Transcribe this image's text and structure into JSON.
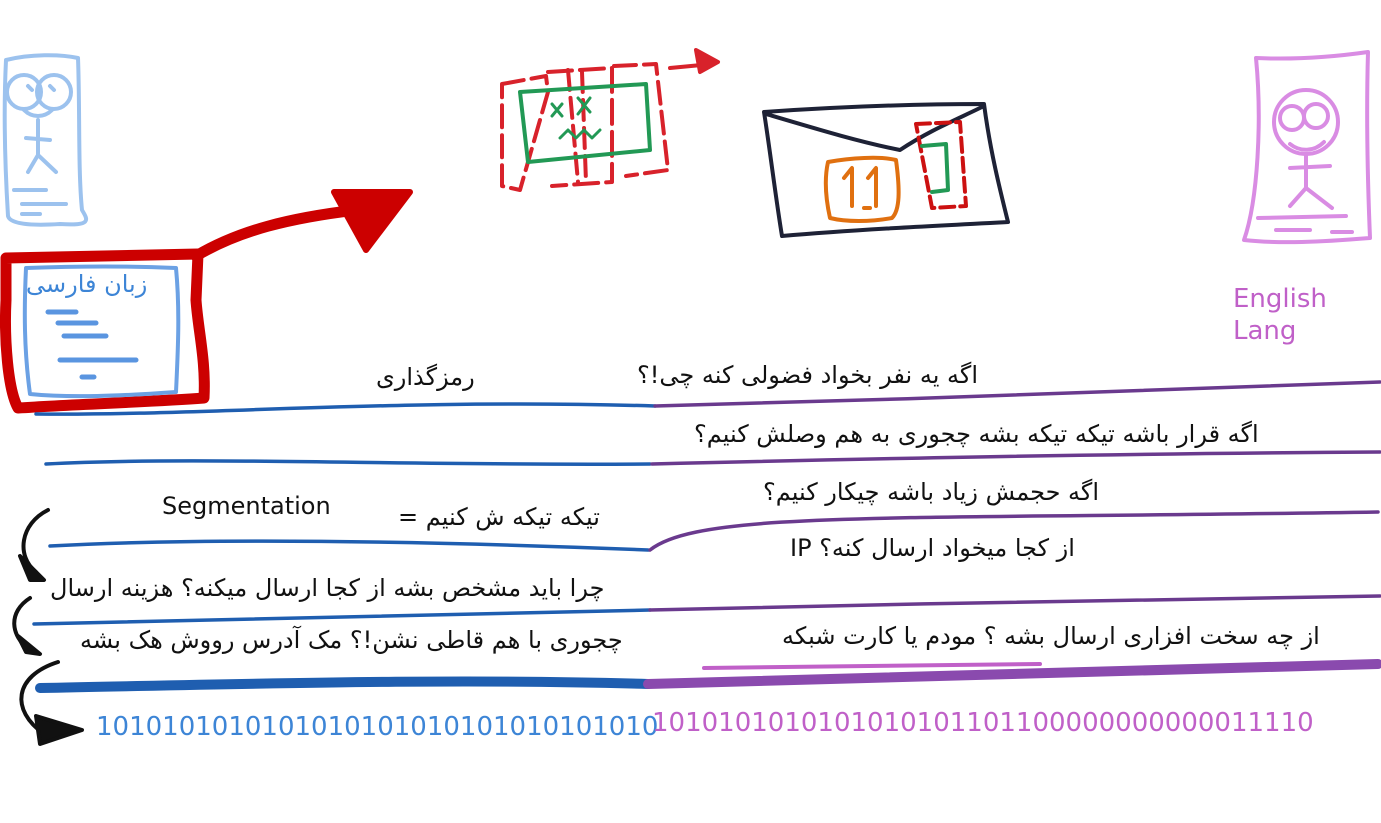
{
  "left_panel": {
    "language_label": "زبان فارسی",
    "encoding_label": "رمزگذاری",
    "segmentation_label": "Segmentation",
    "segmentation_equals": "تیکه تیکه ش کنیم =",
    "why_address": "چرا باید مشخص بشه از کجا ارسال میکنه؟ هزینه ارسال",
    "mac_question": "چجوری با هم قاطی نشن!؟ مک آدرس رووش هک بشه",
    "bits": "1010101010101010101010101010101010"
  },
  "right_panel": {
    "language_label_line1": "English",
    "language_label_line2": "Lang",
    "q_snoop": "اگه یه نفر بخواد فضولی کنه چی!؟",
    "q_reassemble": "اگه قرار باشه تیکه تیکه بشه چجوری به هم وصلش کنیم؟",
    "q_size": "اگه حجمش زیاد باشه چیکار کنیم؟",
    "q_ip": "از کجا میخواد ارسال کنه؟ IP",
    "q_hardware": "از چه سخت افزاری ارسال بشه ؟ مودم یا کارت شبکه",
    "bits": "1010101010101010101101100000000000011110"
  },
  "colors": {
    "persian": "#3d85d6",
    "english": "#c060c8",
    "left_line": "#1f5eb0",
    "right_line": "#6a3a8e",
    "red": "#cc0000",
    "green": "#229955",
    "orange": "#e07010",
    "ink": "#111111"
  },
  "icons": [
    "person-left-icon",
    "document-icon",
    "arrow-icon",
    "encrypted-packet-icon",
    "envelope-icon",
    "person-right-icon"
  ]
}
